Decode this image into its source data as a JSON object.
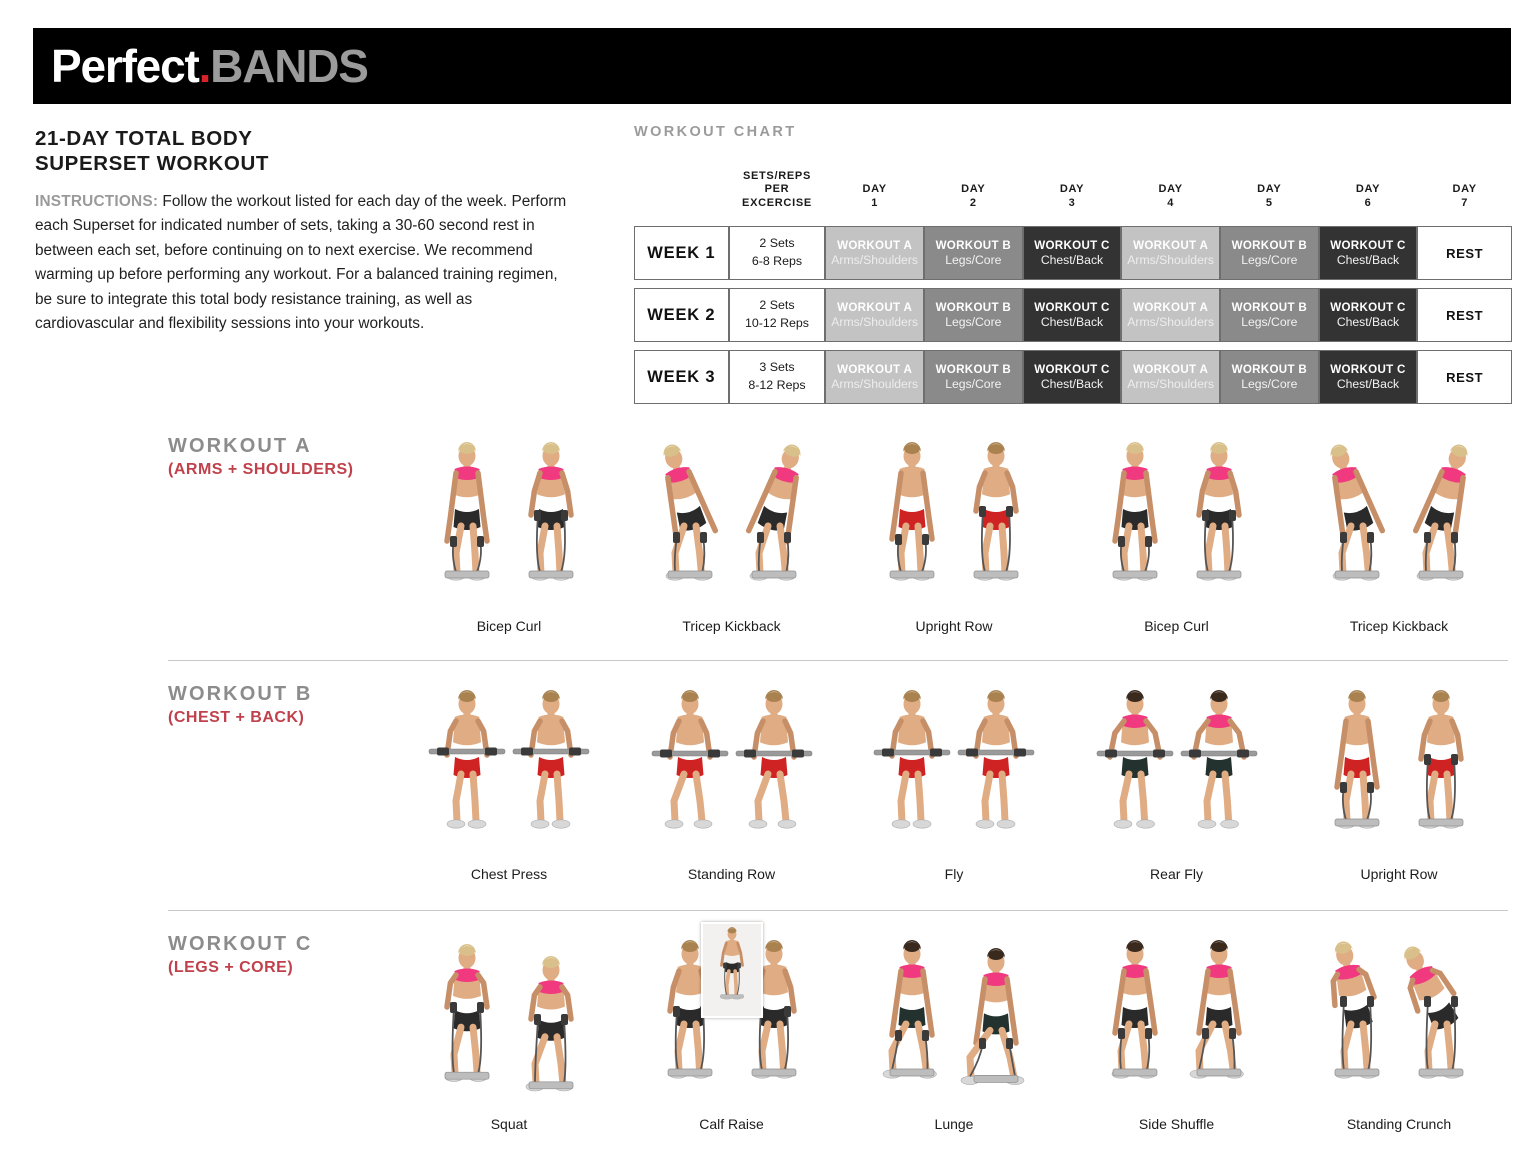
{
  "brand": {
    "word_primary": "Perfect",
    "dot": ".",
    "word_secondary": "BANDS",
    "color_primary": "#ffffff",
    "color_dot": "#d8232a",
    "color_secondary": "#9b9b9b",
    "bar_color": "#000000"
  },
  "intro": {
    "title_line1": "21-DAY TOTAL BODY",
    "title_line2": "SUPERSET WORKOUT",
    "instructions_label": "INSTRUCTIONS:",
    "instructions_body": " Follow the workout listed for each day of the week. Perform each Superset for indicated number of sets, taking a 30-60 second rest in between each set, before continuing on to next exercise. We recommend warming up before performing any workout. For a balanced training regimen, be sure to integrate this total body resistance training, as well as cardiovascular and flexibility sessions into your workouts."
  },
  "chart": {
    "heading": "WORKOUT CHART",
    "columns": {
      "week": "",
      "sets_reps_line1": "SETS/REPS",
      "sets_reps_line2": "PER EXCERCISE",
      "days": [
        {
          "label": "DAY",
          "number": "1"
        },
        {
          "label": "DAY",
          "number": "2"
        },
        {
          "label": "DAY",
          "number": "3"
        },
        {
          "label": "DAY",
          "number": "4"
        },
        {
          "label": "DAY",
          "number": "5"
        },
        {
          "label": "DAY",
          "number": "6"
        },
        {
          "label": "DAY",
          "number": "7"
        }
      ]
    },
    "shade_colors": {
      "workout_a": "#c3c3c3",
      "workout_b": "#8a8a8a",
      "workout_c": "#333333",
      "rest": "#ffffff"
    },
    "rows": [
      {
        "week": "WEEK 1",
        "sets": "2 Sets",
        "reps": "6-8 Reps",
        "days": [
          {
            "title": "WORKOUT A",
            "sub": "Arms/Shoulders",
            "shade": "shade-a"
          },
          {
            "title": "WORKOUT B",
            "sub": "Legs/Core",
            "shade": "shade-b"
          },
          {
            "title": "WORKOUT C",
            "sub": "Chest/Back",
            "shade": "shade-c"
          },
          {
            "title": "WORKOUT A",
            "sub": "Arms/Shoulders",
            "shade": "shade-a"
          },
          {
            "title": "WORKOUT B",
            "sub": "Legs/Core",
            "shade": "shade-b"
          },
          {
            "title": "WORKOUT C",
            "sub": "Chest/Back",
            "shade": "shade-c"
          }
        ],
        "rest": "REST"
      },
      {
        "week": "WEEK 2",
        "sets": "2 Sets",
        "reps": "10-12 Reps",
        "days": [
          {
            "title": "WORKOUT A",
            "sub": "Arms/Shoulders",
            "shade": "shade-a"
          },
          {
            "title": "WORKOUT B",
            "sub": "Legs/Core",
            "shade": "shade-b"
          },
          {
            "title": "WORKOUT C",
            "sub": "Chest/Back",
            "shade": "shade-c"
          },
          {
            "title": "WORKOUT A",
            "sub": "Arms/Shoulders",
            "shade": "shade-a"
          },
          {
            "title": "WORKOUT B",
            "sub": "Legs/Core",
            "shade": "shade-b"
          },
          {
            "title": "WORKOUT C",
            "sub": "Chest/Back",
            "shade": "shade-c"
          }
        ],
        "rest": "REST"
      },
      {
        "week": "WEEK 3",
        "sets": "3 Sets",
        "reps": "8-12 Reps",
        "days": [
          {
            "title": "WORKOUT A",
            "sub": "Arms/Shoulders",
            "shade": "shade-a"
          },
          {
            "title": "WORKOUT B",
            "sub": "Legs/Core",
            "shade": "shade-b"
          },
          {
            "title": "WORKOUT C",
            "sub": "Chest/Back",
            "shade": "shade-c"
          },
          {
            "title": "WORKOUT A",
            "sub": "Arms/Shoulders",
            "shade": "shade-a"
          },
          {
            "title": "WORKOUT B",
            "sub": "Legs/Core",
            "shade": "shade-b"
          },
          {
            "title": "WORKOUT C",
            "sub": "Chest/Back",
            "shade": "shade-c"
          }
        ],
        "rest": "REST"
      }
    ]
  },
  "sections": [
    {
      "id": "a",
      "title": "WORKOUT A",
      "subtitle": "(ARMS + SHOULDERS)",
      "title_color": "#8c8c8c",
      "subtitle_color": "#c0414b",
      "exercises": [
        {
          "name": "Bicep Curl"
        },
        {
          "name": "Tricep Kickback"
        },
        {
          "name": "Upright Row"
        },
        {
          "name": "Bicep Curl"
        },
        {
          "name": "Tricep Kickback"
        }
      ]
    },
    {
      "id": "b",
      "title": "WORKOUT B",
      "subtitle": "(CHEST + BACK)",
      "title_color": "#8c8c8c",
      "subtitle_color": "#c0414b",
      "exercises": [
        {
          "name": "Chest Press"
        },
        {
          "name": "Standing Row"
        },
        {
          "name": "Fly"
        },
        {
          "name": "Rear Fly"
        },
        {
          "name": "Upright Row"
        }
      ]
    },
    {
      "id": "c",
      "title": "WORKOUT C",
      "subtitle": "(LEGS + CORE)",
      "title_color": "#8c8c8c",
      "subtitle_color": "#c0414b",
      "exercises": [
        {
          "name": "Squat"
        },
        {
          "name": "Calf Raise"
        },
        {
          "name": "Lunge"
        },
        {
          "name": "Side Shuffle"
        },
        {
          "name": "Standing Crunch"
        }
      ]
    }
  ]
}
